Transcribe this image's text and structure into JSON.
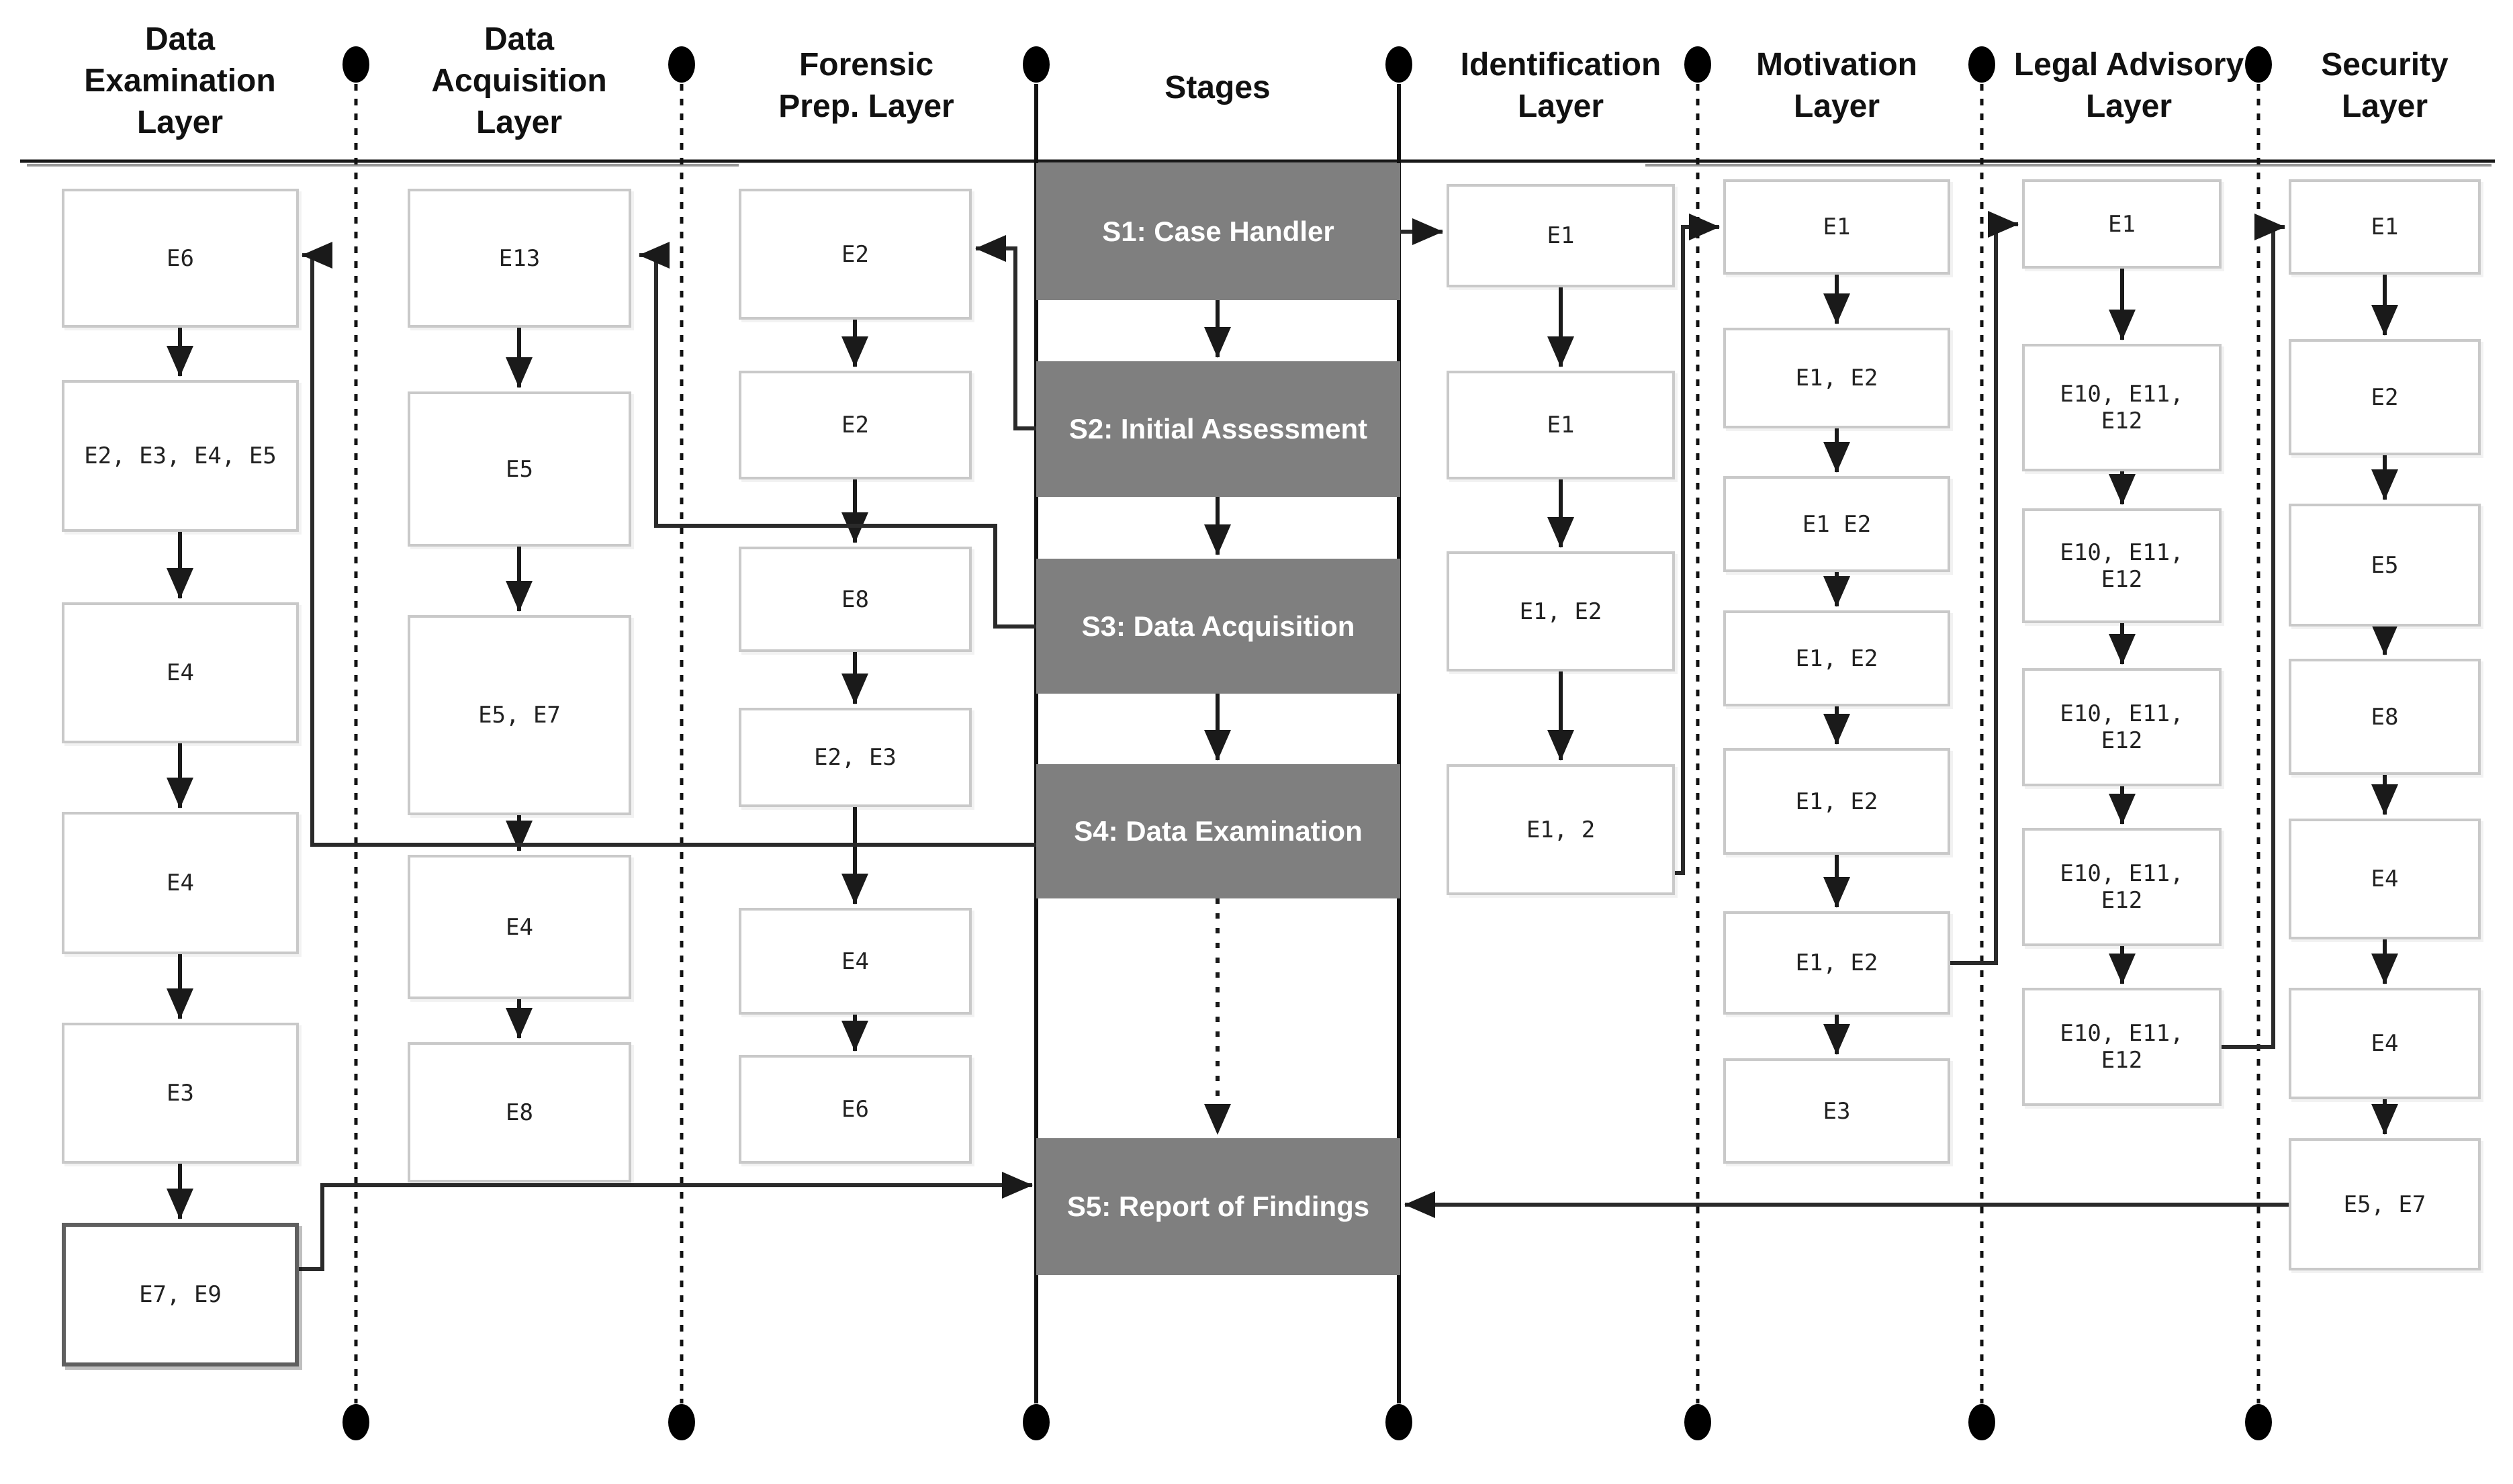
{
  "lanes": [
    {
      "id": "data-examination",
      "title": "Data\nExamination\nLayer",
      "boxes": [
        "E6",
        "E2, E3, E4, E5",
        "E4",
        "E4",
        "E3",
        "E7, E9"
      ]
    },
    {
      "id": "data-acquisition",
      "title": "Data\nAcquisition\nLayer",
      "boxes": [
        "E13",
        "E5",
        "E5, E7",
        "E4",
        "E8"
      ]
    },
    {
      "id": "forensic-prep",
      "title": "Forensic\nPrep. Layer",
      "boxes": [
        "E2",
        "E2",
        "E8",
        "E2, E3",
        "E4",
        "E6"
      ]
    },
    {
      "id": "identification",
      "title": "Identification\nLayer",
      "boxes": [
        "E1",
        "E1",
        "E1, E2",
        "E1, 2"
      ]
    },
    {
      "id": "motivation",
      "title": "Motivation\nLayer",
      "boxes": [
        "E1",
        "E1, E2",
        "E1 E2",
        "E1, E2",
        "E1, E2",
        "E1, E2",
        "E3"
      ]
    },
    {
      "id": "legal-advisory",
      "title": "Legal Advisory\nLayer",
      "boxes": [
        "E1",
        "E10, E11,\nE12",
        "E10, E11,\nE12",
        "E10, E11,\nE12",
        "E10, E11,\nE12",
        "E10, E11,\nE12"
      ]
    },
    {
      "id": "security",
      "title": "Security\nLayer",
      "boxes": [
        "E1",
        "E2",
        "E5",
        "E8",
        "E4",
        "E4",
        "E5, E7"
      ]
    }
  ],
  "stages": {
    "title": "Stages",
    "items": [
      "S1: Case Handler",
      "S2: Initial Assessment",
      "S3: Data Acquisition",
      "S4: Data Examination",
      "S5: Report of Findings"
    ]
  },
  "colors": {
    "stage_fill": "#7f7f7f",
    "stage_text": "#ffffff",
    "box_border": "#c9c9c9",
    "box_border_strong": "#5f5f5f",
    "line": "#1a1a1a"
  }
}
